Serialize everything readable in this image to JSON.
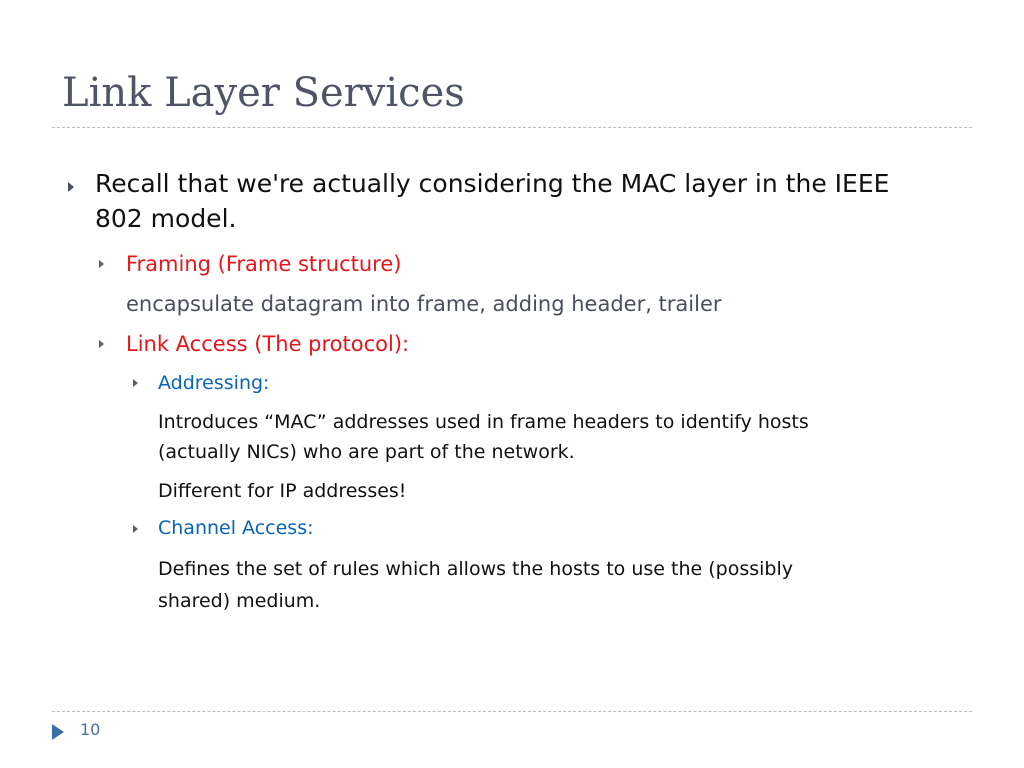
{
  "slide": {
    "title": "Link Layer Services",
    "page_number": "10",
    "bullets": {
      "main_line1": "Recall that we're actually considering the MAC layer in the IEEE",
      "main_line2": "802 model.",
      "framing_heading": "Framing (Frame structure)",
      "framing_text": "encapsulate datagram into frame, adding header, trailer",
      "link_access_heading": "Link Access (The protocol):",
      "addressing_heading": "Addressing:",
      "addressing_text_line1": "Introduces “MAC” addresses used in frame headers to identify hosts",
      "addressing_text_line2": "(actually NICs) who are part of the network.",
      "addressing_text_line3": "Different for IP addresses!",
      "channel_access_heading": "Channel Access:",
      "channel_access_text_line1": "Defines the set of rules which allows the hosts to use the (possibly",
      "channel_access_text_line2": "shared) medium."
    }
  },
  "icons": {
    "bullet": "triangle-right-icon",
    "footer": "play-arrow-icon"
  },
  "colors": {
    "title": "#4f5565",
    "heading_red": "#e8161b",
    "heading_blue": "#0a63b4",
    "body_gray": "#4a4f5c",
    "body_black": "#111111",
    "footer_arrow": "#3b6fa8"
  }
}
